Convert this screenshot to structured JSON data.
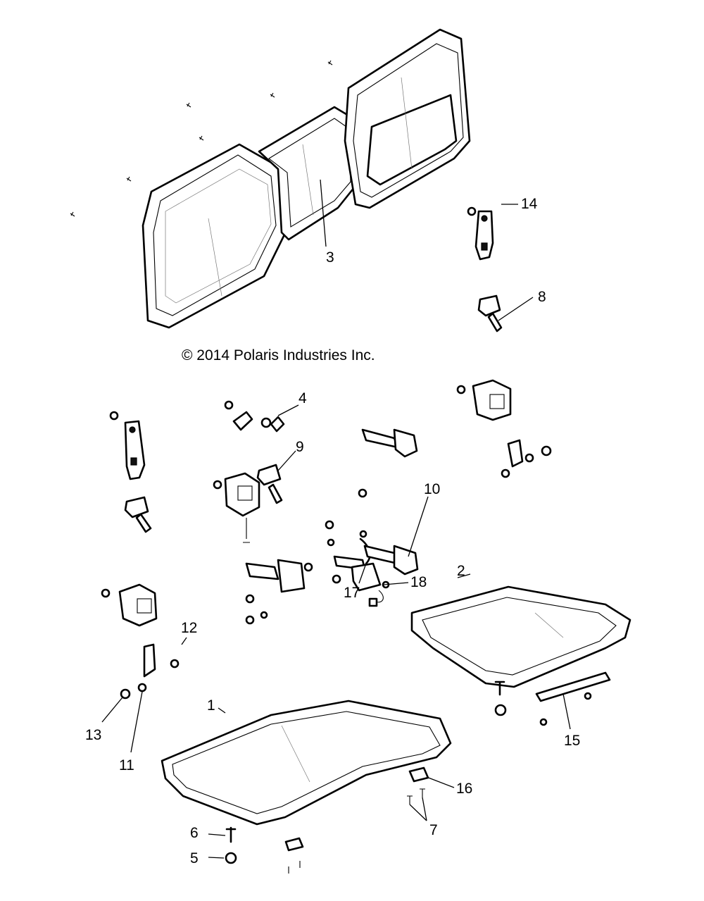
{
  "copyright": "© 2014 Polaris Industries Inc.",
  "callouts": {
    "c1": "1",
    "c2": "2",
    "c3": "3",
    "c4": "4",
    "c5": "5",
    "c6": "6",
    "c7": "7",
    "c8": "8",
    "c9": "9",
    "c10": "10",
    "c11": "11",
    "c12": "12",
    "c13": "13",
    "c14": "14",
    "c15": "15",
    "c16": "16",
    "c17": "17",
    "c18": "18"
  }
}
